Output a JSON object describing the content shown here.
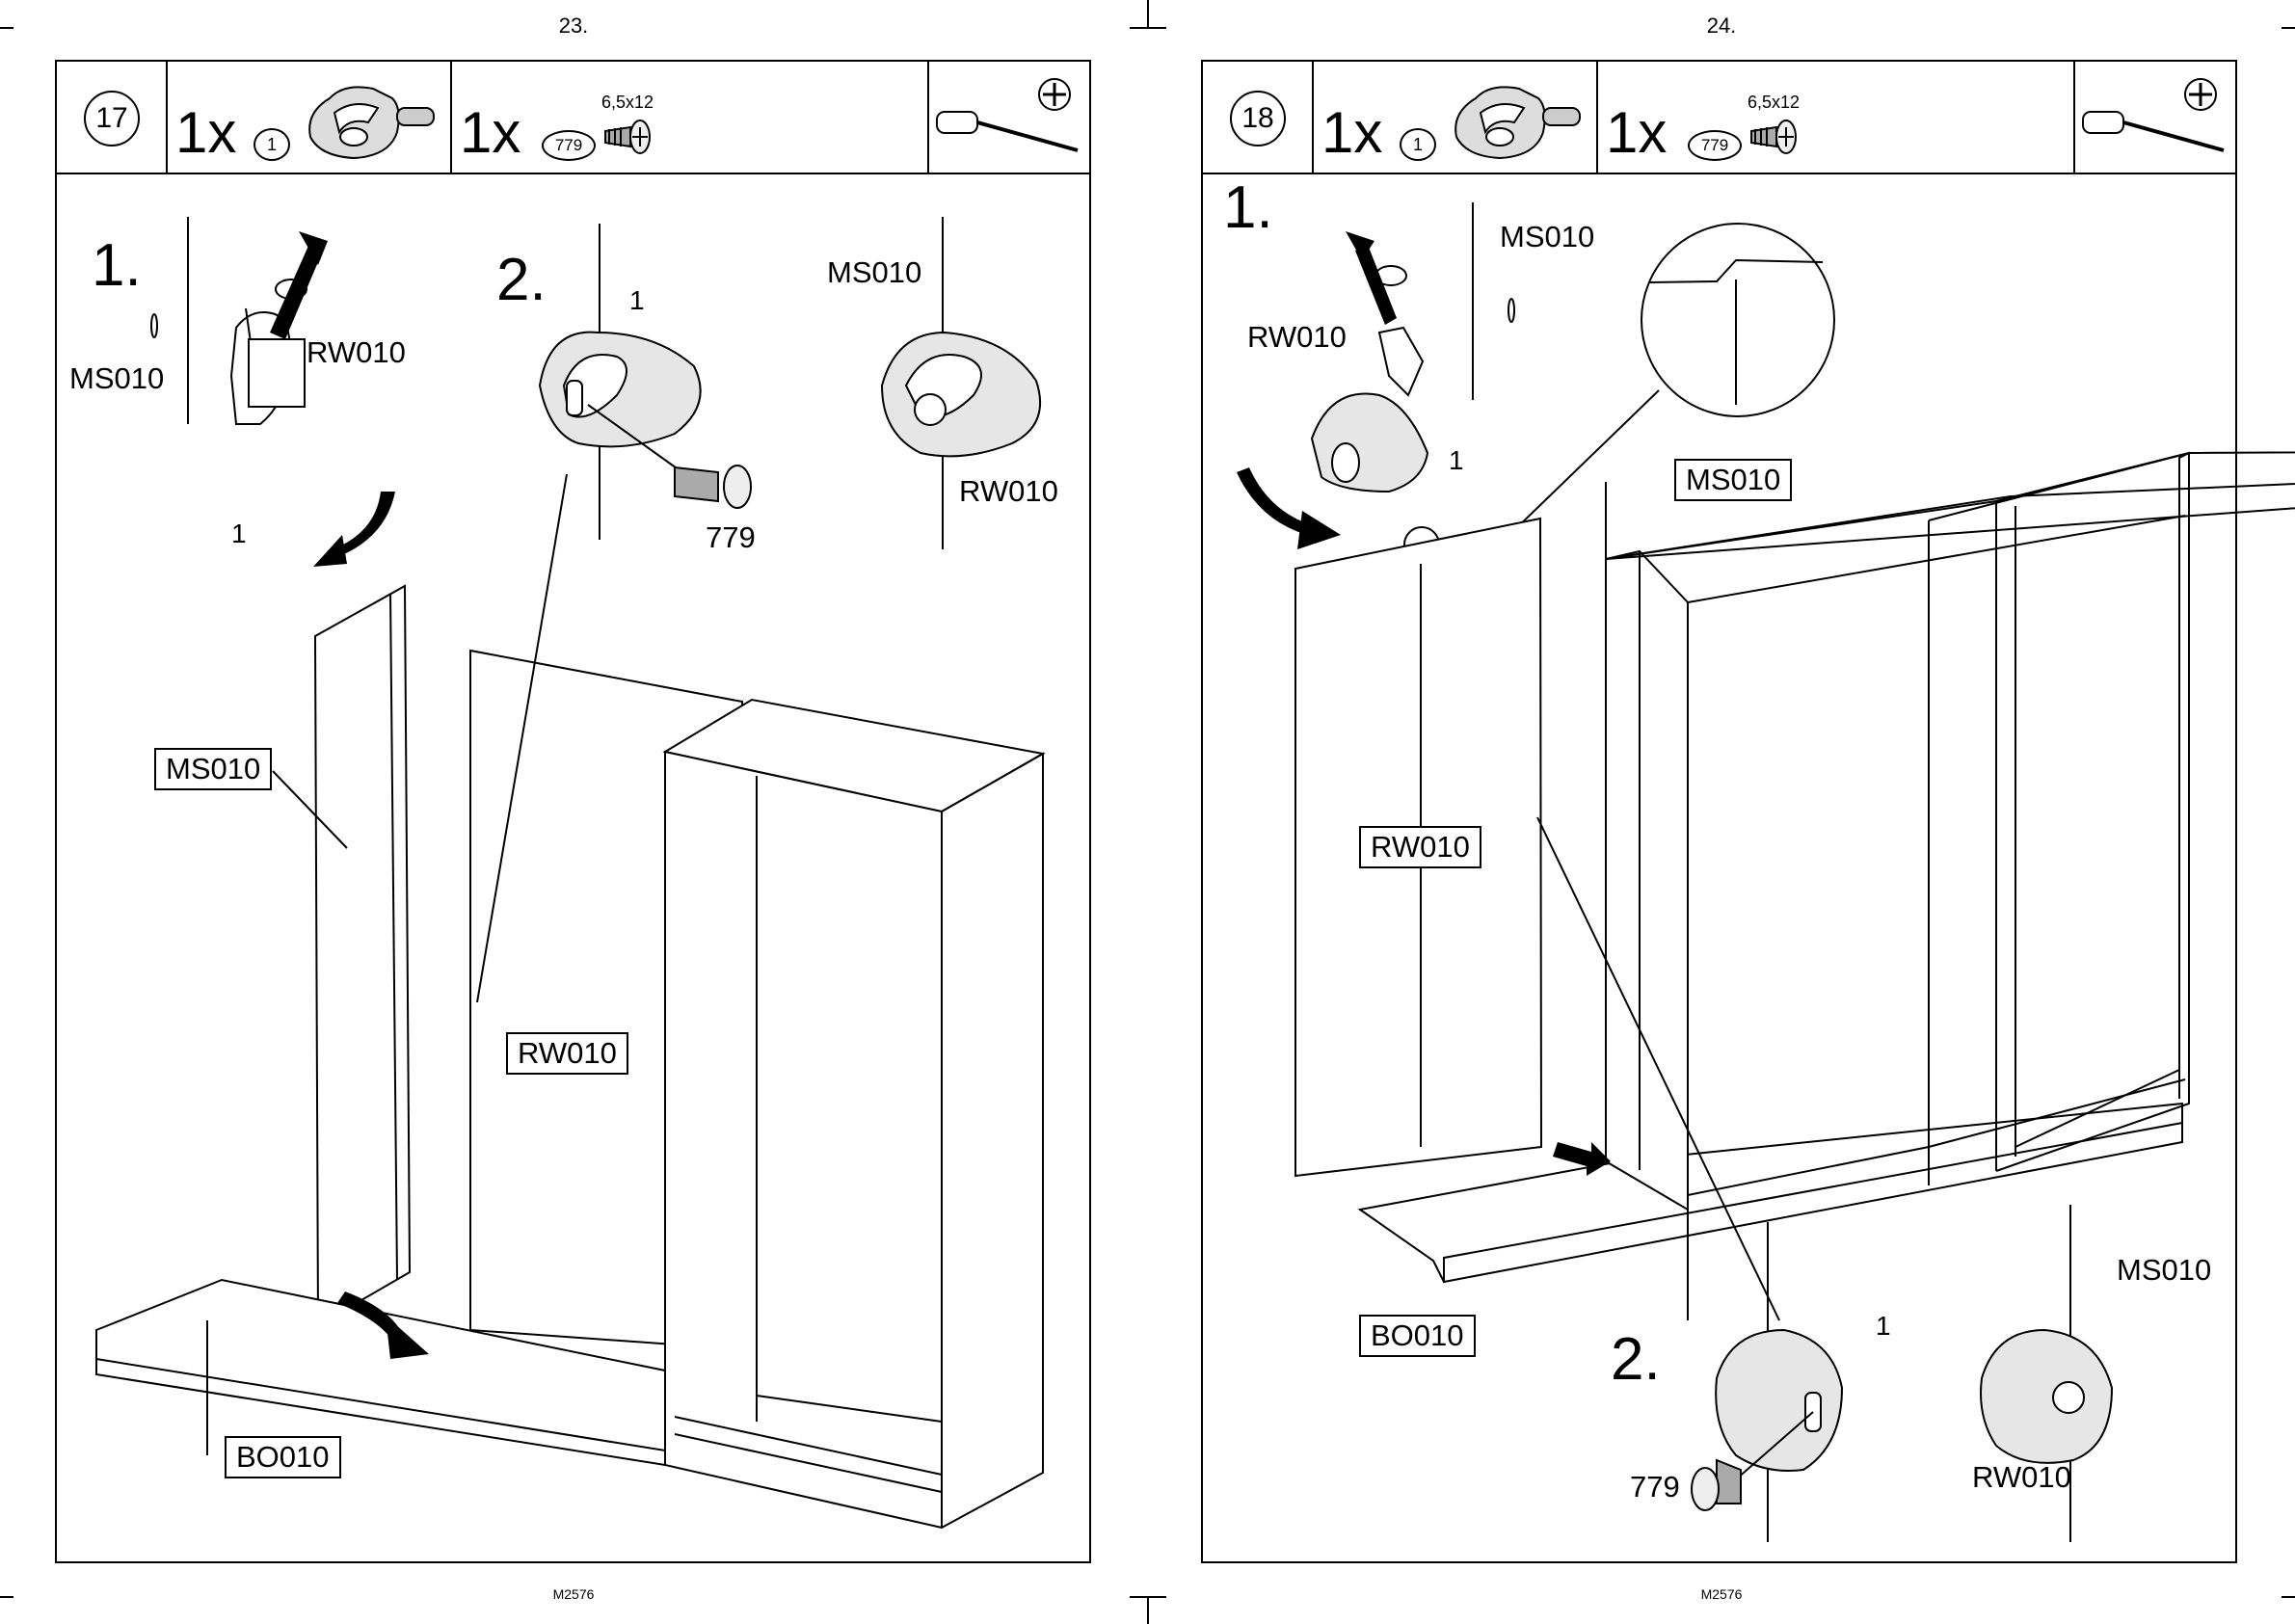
{
  "manual_code": "M2576",
  "pages": [
    {
      "page_number": "23.",
      "step": "17",
      "part_qty": "1x",
      "part_ref": "1",
      "screw_qty": "1x",
      "screw_ref": "779",
      "screw_spec": "6,5x12",
      "substep1": "1.",
      "substep2": "2.",
      "labels": {
        "ms_a": "MS010",
        "rw_a": "RW010",
        "one_a": "1",
        "one_b": "1",
        "screw": "779",
        "ms_b": "MS010",
        "rw_b": "RW010"
      },
      "boxes": {
        "ms": "MS010",
        "rw": "RW010",
        "bo": "BO010"
      }
    },
    {
      "page_number": "24.",
      "step": "18",
      "part_qty": "1x",
      "part_ref": "1",
      "screw_qty": "1x",
      "screw_ref": "779",
      "screw_spec": "6,5x12",
      "substep1": "1.",
      "substep2": "2.",
      "labels": {
        "ms_a": "MS010",
        "rw_a": "RW010",
        "one_a": "1",
        "one_b": "1",
        "screw": "779",
        "ms_b": "MS010",
        "rw_b": "RW010"
      },
      "boxes": {
        "ms": "MS010",
        "rw": "RW010",
        "bo": "BO010"
      }
    }
  ],
  "icons": [
    "cam-fitting-icon",
    "screw-icon",
    "screwdriver-icon",
    "phillips-head-icon",
    "arrow-icon"
  ]
}
